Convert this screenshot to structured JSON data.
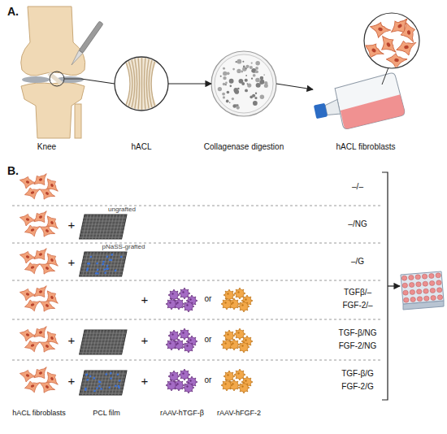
{
  "diagram": {
    "nodes": [
      {
        "text": [
          "Knee"
        ]
      },
      {
        "text": [
          "hACL"
        ]
      },
      {
        "text": [
          "Collagenase digestion"
        ]
      },
      {
        "text": [
          "hACL fibroblasts"
        ]
      }
    ],
    "edges": [
      {
        "from": 0,
        "to": 1,
        "arrow": "none"
      },
      {
        "from": 1,
        "to": 2,
        "arrow": "to"
      },
      {
        "from": 2,
        "to": 3,
        "arrow": "to"
      }
    ],
    "labels": [
      "A.",
      "B.",
      "–/–",
      "+",
      "ungrafted",
      "–/NG",
      "+",
      "pNaSS-grafted",
      "–/G",
      "+",
      "or",
      "TGFβ/–",
      "FGF-2/–",
      "+",
      "+",
      "or",
      "TGF-β/NG",
      "FGF-2/NG",
      "+",
      "+",
      "or",
      "TGF-β/G",
      "FGF-2/G",
      "hACL fibroblasts",
      "PCL film",
      "rAAV-hTGF-β",
      "rAAV-hFGF-2"
    ]
  }
}
